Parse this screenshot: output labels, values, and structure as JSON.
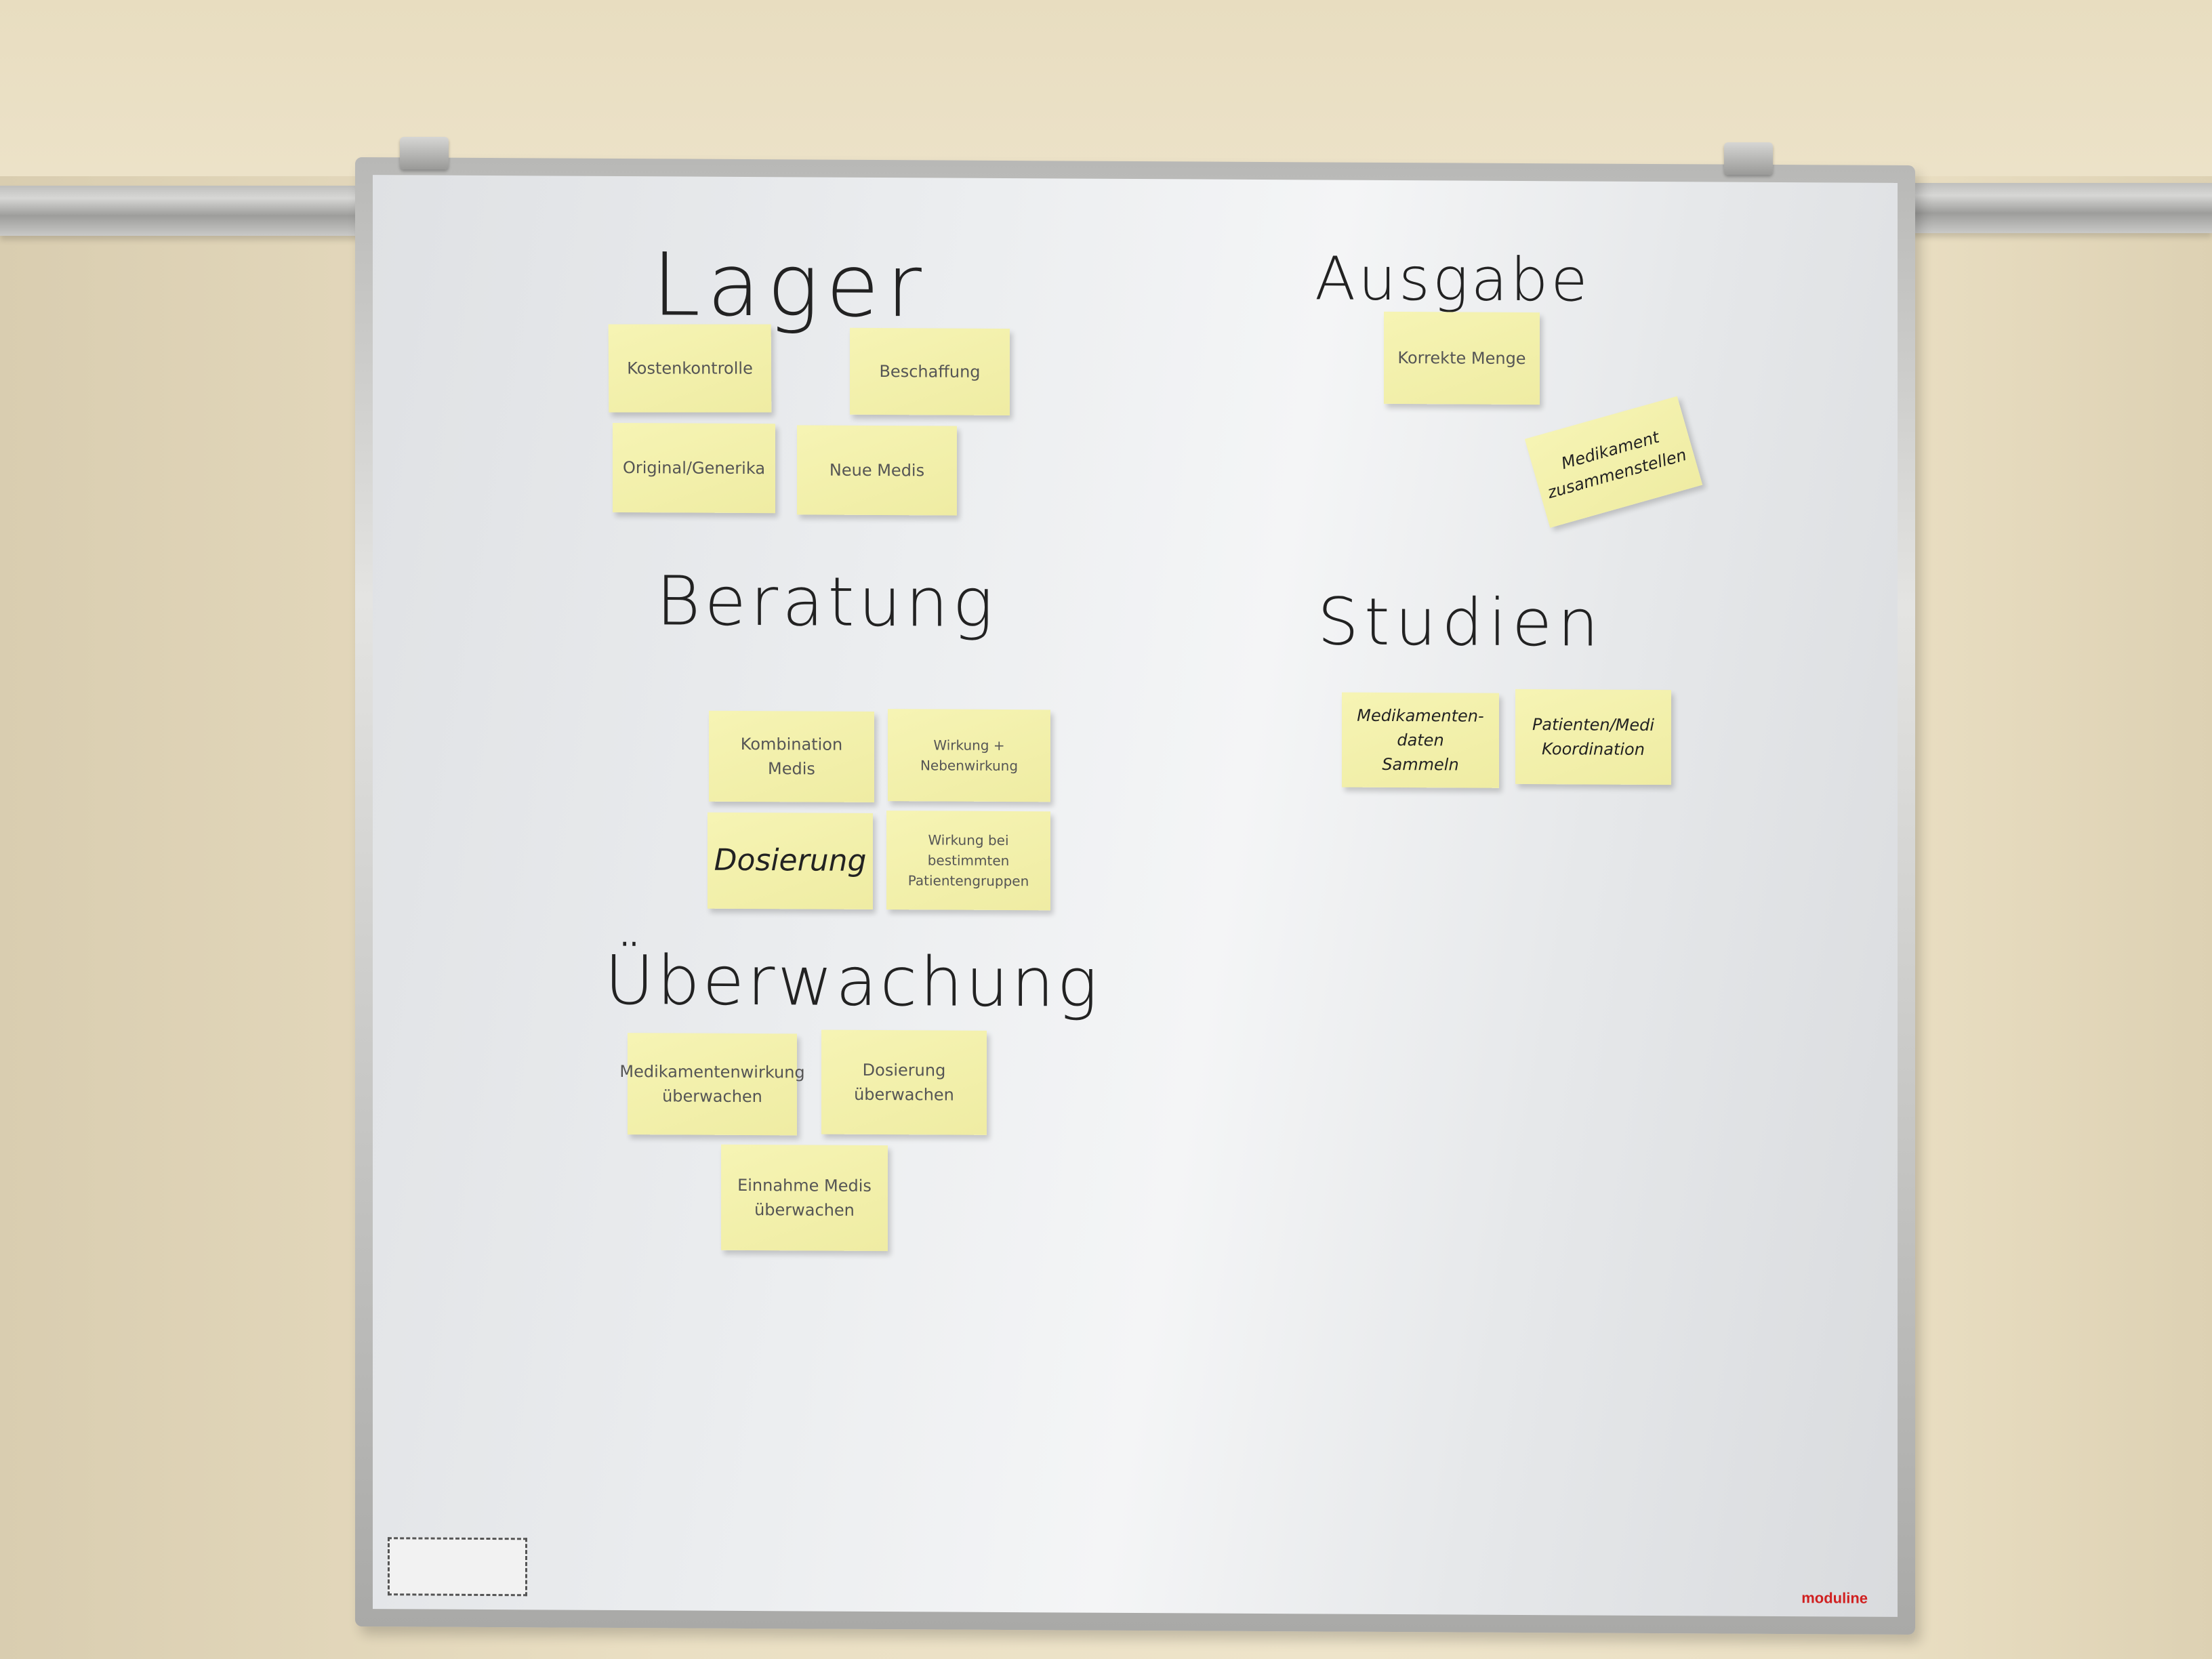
{
  "board": {
    "headings": {
      "lager": "Lager",
      "ausgabe": "Ausgabe",
      "beratung": "Beratung",
      "studien": "Studien",
      "ueberwachung": "Überwachung"
    },
    "notes": {
      "kostenkontrolle": "Kostenkontrolle",
      "beschaffung": "Beschaffung",
      "original_generika": "Original/Generika",
      "neue_medis": "Neue Medis",
      "korrekte_menge": "Korrekte Menge",
      "medikament_zusammenstellen": "Medikament\nzusammenstellen",
      "kombination_medis": "Kombination Medis",
      "wirkung_nebenwirkung": "Wirkung + Nebenwirkung",
      "dosierung": "Dosierung",
      "wirkung_patientengruppen": "Wirkung bei bestimmten\nPatientengruppen",
      "medikamentendaten_sammeln": "Medikamenten-\ndaten\nSammeln",
      "patienten_medi_koordination": "Patienten/Medi\nKoordination",
      "medikamentenwirkung_ueberwachen": "Medikamentenwirkung\nüberwachen",
      "dosierung_ueberwachen": "Dosierung\nüberwachen",
      "einnahme_medis_ueberwachen": "Einnahme Medis\nüberwachen"
    },
    "brand": "moduline"
  }
}
